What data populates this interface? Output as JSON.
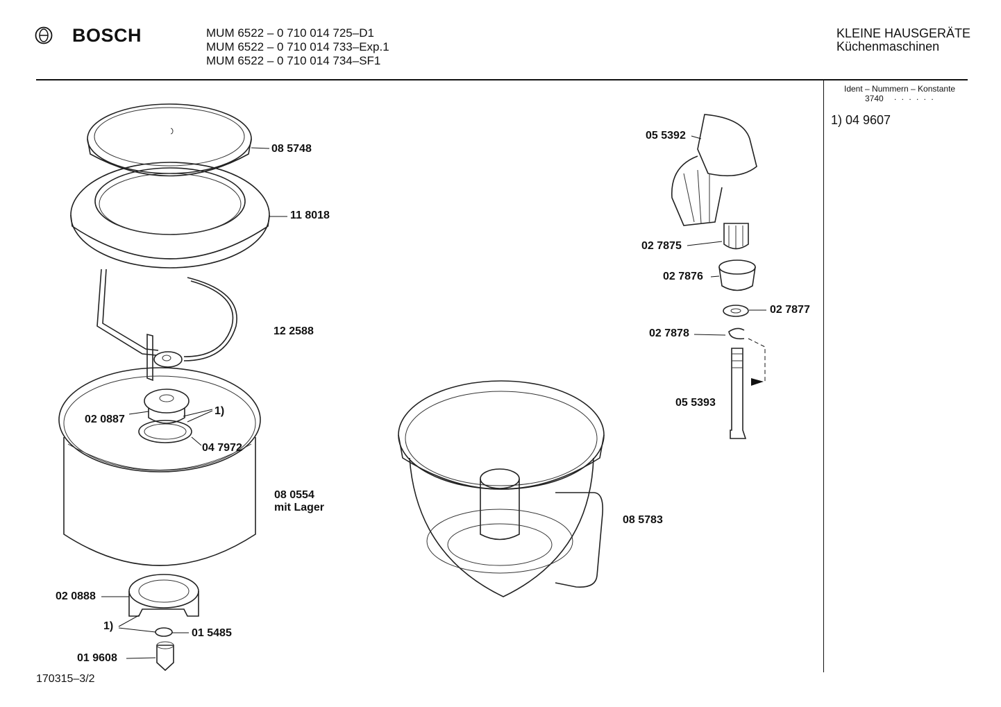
{
  "header": {
    "brand": "BOSCH",
    "logo_icon": "bosch-armature-icon",
    "models": [
      "MUM 6522 – 0 710 014 725–D1",
      "MUM 6522 – 0 710 014 733–Exp.1",
      "MUM 6522 – 0 710 014 734–SF1"
    ],
    "category": "KLEINE HAUSGERÄTE",
    "subcategory": "Küchenmaschinen"
  },
  "sidebar": {
    "ident_heading": "Ident – Nummern – Konstante",
    "ident_value": "3740",
    "ident_dots": ". .   . . . .",
    "note": "1) 04 9607"
  },
  "parts": {
    "p085748": "08 5748",
    "p118018": "11 8018",
    "p122588": "12 2588",
    "p020887": "02 0887",
    "note1a": "1)",
    "p047972": "04 7972",
    "p080554": "08 0554",
    "p080554b": "mit Lager",
    "p020888": "02 0888",
    "note1b": "1)",
    "p015485": "01 5485",
    "p019608": "01 9608",
    "p055392": "05 5392",
    "p027875": "02 7875",
    "p027876": "02 7876",
    "p027877": "02 7877",
    "p027878": "02 7878",
    "p055393": "05 5393",
    "p085783": "08 5783"
  },
  "footer": {
    "drawing_number": "170315–3/2"
  }
}
